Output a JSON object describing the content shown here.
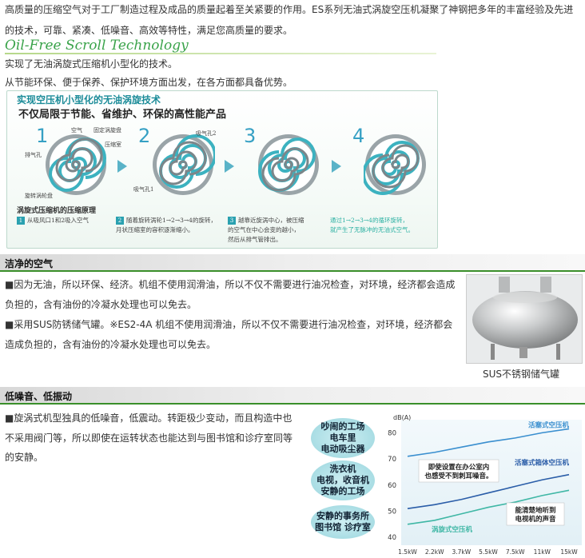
{
  "intro": {
    "line1": "高质量的压缩空气对于工厂制造过程及成品的质量起着至关紧要的作用。ES系列无油式涡旋空压机凝聚了神钢把多年的丰富经验及先进",
    "line2": "的技术，可靠、紧凑、低噪音、高效等特性，满足您高质量的要求。",
    "script_title": "Oil-Free Scroll Technology",
    "line3": "实现了无油涡旋式压缩机小型化的技术。",
    "line4": "从节能环保、便于保养、保护环境方面出发，在各方面都具备优势。"
  },
  "diagram": {
    "title": "实现空压机小型化的无油涡旋技术",
    "subtitle": "不仅局限于节能、省维护、环保的高性能产品",
    "steps": [
      "1",
      "2",
      "3",
      "4"
    ],
    "labels": {
      "air": "空气",
      "fixed_scroll": "固定涡旋盘",
      "compression_chamber": "压缩室",
      "exhaust": "排气孔",
      "orbiting_scroll": "旋转涡轮盘",
      "suction2": "吸气孔2",
      "suction1": "吸气孔1"
    },
    "principle": "涡旋式压缩机的压缩原理",
    "captions": [
      {
        "num": "1",
        "text": "从吸风口1和2吸入空气"
      },
      {
        "num": "2",
        "text": "随着旋转涡轮1→2→3→4的旋转，|月状压缩室的容积逐渐缩小。"
      },
      {
        "num": "3",
        "text": "越靠近旋涡中心，被压缩|的空气在中心会变的越小，|然后从排气管排出。"
      },
      {
        "num": "",
        "text": "通过1→2→3→4的循环旋转，|就产生了无脉冲的无油式空气。"
      }
    ]
  },
  "clean_air": {
    "header": "洁净的空气",
    "p1a": "■因为无油，所以环保、经济。机组不使用润滑油，所以不仅不需要进行油况检查，对环境，经济都会造成",
    "p1b": "负担的，含有油份的冷凝水处理也可以免去。",
    "p2a": "■采用SUS防锈储气罐。※ES2-4A 机组不使用润滑油，所以不仅不需要进行油况检查，对环境，经济都会",
    "p2b": "造成负担的，含有油份的冷凝水处理也可以免去。",
    "tank_caption": "SUS不锈钢储气罐"
  },
  "low_noise": {
    "header": "低噪音、低振动",
    "p1a": "■旋涡式机型独具的低噪音，低震动。转距极少变动，而且构造中也",
    "p1b": "不采用阀门等，所以即使在运转状态也能达到与图书馆和诊疗室同等",
    "p1c": "的安静。",
    "bubbles": [
      {
        "lines": [
          "吵闹的工场",
          "电车里",
          "电动吸尘器"
        ]
      },
      {
        "lines": [
          "洗衣机",
          "电视，收音机",
          "安静的工场"
        ]
      },
      {
        "lines": [
          "安静的事务所",
          "图书馆 诊疗室"
        ]
      }
    ]
  },
  "chart_data": {
    "type": "line",
    "ylabel": "dB(A)",
    "yticks": [
      "80",
      "70",
      "60",
      "50",
      "40"
    ],
    "ylim": [
      37,
      85
    ],
    "categories": [
      "1.5kW",
      "2.2kW",
      "3.7kW",
      "5.5kW",
      "7.5kW",
      "11kW",
      "15kW"
    ],
    "series": [
      {
        "name": "活塞式空压机",
        "values": [
          71,
          72.5,
          74.5,
          76.5,
          78,
          80,
          81.5
        ],
        "color": "#3a8fcf"
      },
      {
        "name": "活塞式箱体空压机",
        "values": [
          51,
          52.5,
          54.5,
          57,
          59.5,
          62,
          64
        ],
        "color": "#2a5da8"
      },
      {
        "name": "涡旋式空压机",
        "values": [
          45,
          46.5,
          49,
          51.5,
          53.5,
          56,
          58
        ],
        "color": "#3fb7a5"
      }
    ],
    "annotations": {
      "office": "即使设置在办公室内|也感受不到刺耳噪音。",
      "tv": "能清楚地听到|电视机的声音"
    }
  }
}
